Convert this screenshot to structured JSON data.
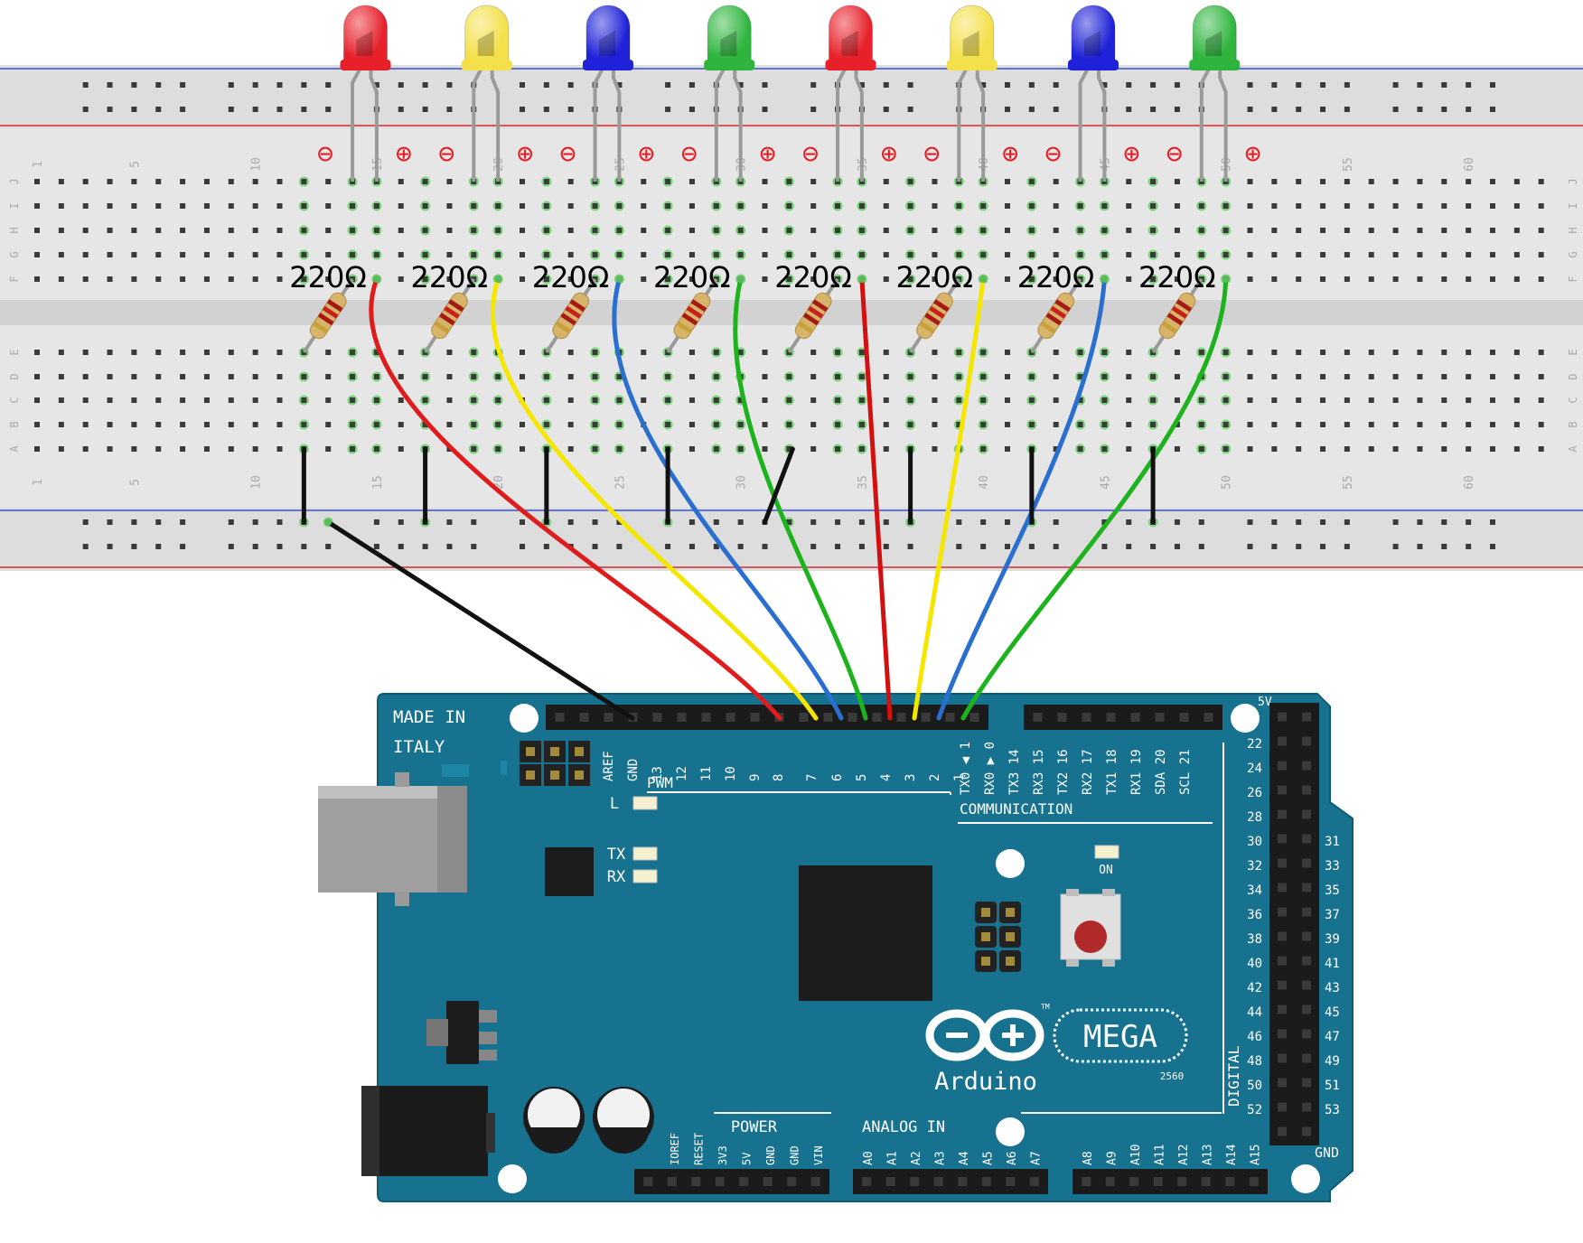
{
  "breadboard": {
    "column_numbers": [
      "1",
      "5",
      "10",
      "15",
      "20",
      "25",
      "30",
      "35",
      "40",
      "45",
      "50",
      "55",
      "60"
    ],
    "row_letters_top": [
      "J",
      "I",
      "H",
      "G",
      "F"
    ],
    "row_letters_bottom": [
      "E",
      "D",
      "C",
      "B",
      "A"
    ],
    "minus_symbol": "⊖",
    "plus_symbol": "⊕"
  },
  "leds": [
    {
      "color": "red",
      "hex": "#e8202a"
    },
    {
      "color": "yellow",
      "hex": "#f3e04a"
    },
    {
      "color": "blue",
      "hex": "#1f22d8"
    },
    {
      "color": "green",
      "hex": "#2fb53e"
    },
    {
      "color": "red",
      "hex": "#e8202a"
    },
    {
      "color": "yellow",
      "hex": "#f3e04a"
    },
    {
      "color": "blue",
      "hex": "#1f22d8"
    },
    {
      "color": "green",
      "hex": "#2fb53e"
    }
  ],
  "resistors": [
    {
      "label": "220Ω"
    },
    {
      "label": "220Ω"
    },
    {
      "label": "220Ω"
    },
    {
      "label": "220Ω"
    },
    {
      "label": "220Ω"
    },
    {
      "label": "220Ω"
    },
    {
      "label": "220Ω"
    },
    {
      "label": "220Ω"
    }
  ],
  "wires": [
    {
      "color": "#e01b1b",
      "to_pin": "8"
    },
    {
      "color": "#f5e600",
      "to_pin": "7"
    },
    {
      "color": "#2a6fd0",
      "to_pin": "6"
    },
    {
      "color": "#1db31d",
      "to_pin": "5"
    },
    {
      "color": "#d31010",
      "to_pin": "4"
    },
    {
      "color": "#f5e600",
      "to_pin": "3"
    },
    {
      "color": "#2a6fd0",
      "to_pin": "2"
    },
    {
      "color": "#1db31d",
      "to_pin": "1"
    },
    {
      "color": "#111111",
      "to_pin": "GND"
    }
  ],
  "board": {
    "made_in": "MADE IN",
    "italy": "ITALY",
    "pwm": "PWM",
    "communication": "COMMUNICATION",
    "power": "POWER",
    "analog_in": "ANALOG IN",
    "digital": "DIGITAL",
    "logo_text": "Arduino",
    "mega_text": "MEGA",
    "model": "2560",
    "tm": "TM",
    "five_v": "5V",
    "gnd": "GND",
    "led_l": "L",
    "led_tx": "TX",
    "led_rx": "RX",
    "led_on": "ON",
    "pwm_pins": [
      "AREF",
      "GND",
      "13",
      "12",
      "11",
      "10",
      "9",
      "8",
      "7",
      "6",
      "5",
      "4",
      "3",
      "2",
      "1"
    ],
    "comm_pins": [
      "TX0 ◀ 1",
      "RX0 ▶ 0",
      "TX3 14",
      "RX3 15",
      "TX2 16",
      "RX2 17",
      "TX1 18",
      "RX1 19",
      "SDA 20",
      "SCL 21"
    ],
    "power_pins": [
      "IOREF",
      "RESET",
      "3V3",
      "5V",
      "GND",
      "GND",
      "VIN"
    ],
    "analog_pins_a": [
      "A0",
      "A1",
      "A2",
      "A3",
      "A4",
      "A5",
      "A6",
      "A7"
    ],
    "analog_pins_b": [
      "A8",
      "A9",
      "A10",
      "A11",
      "A12",
      "A13",
      "A14",
      "A15"
    ],
    "digital_left": [
      "22",
      "24",
      "26",
      "28",
      "30",
      "32",
      "34",
      "36",
      "38",
      "40",
      "42",
      "44",
      "46",
      "48",
      "50",
      "52"
    ],
    "digital_right": [
      "31",
      "33",
      "35",
      "37",
      "39",
      "41",
      "43",
      "45",
      "47",
      "49",
      "51",
      "53"
    ]
  }
}
